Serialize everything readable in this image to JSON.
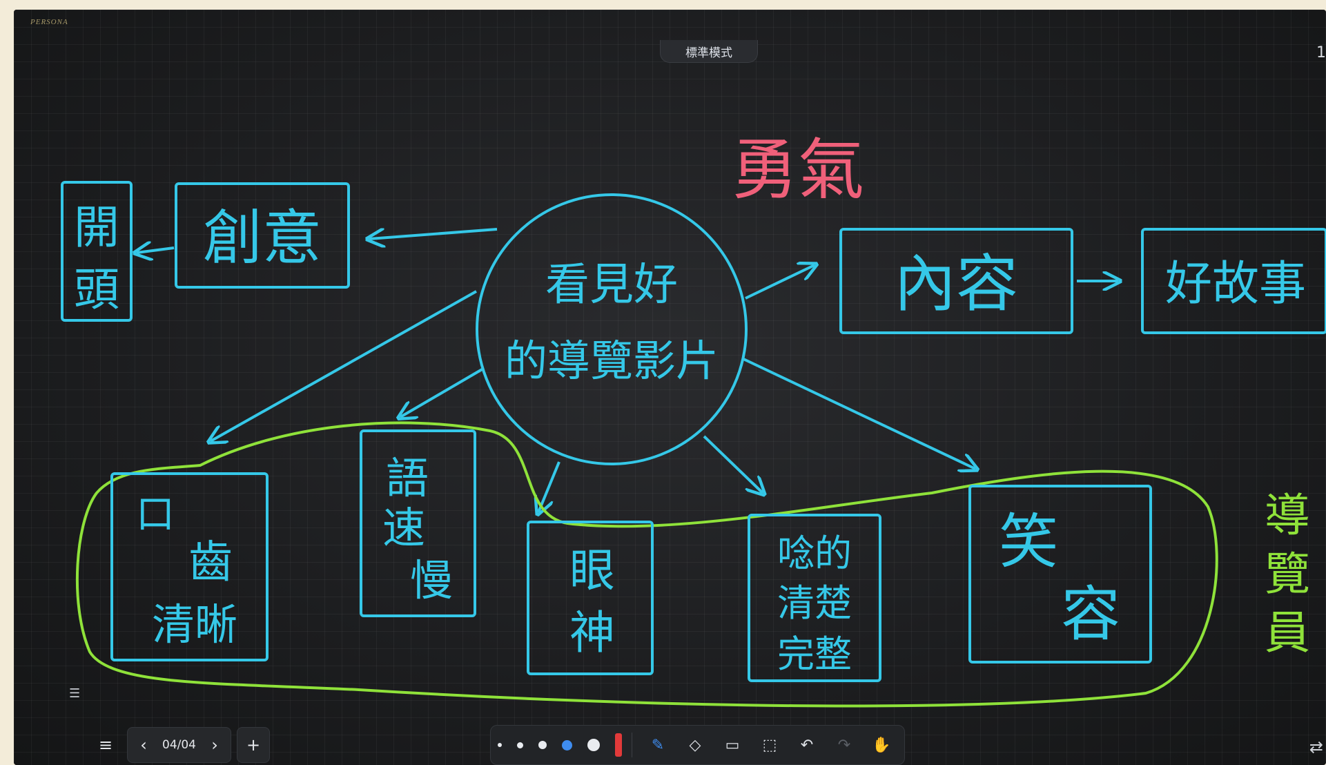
{
  "app": {
    "brand": "PERSONA",
    "mode_label": "標準模式",
    "page_corner": "1"
  },
  "board": {
    "title_courage": "勇氣",
    "center": {
      "line1": "看見好",
      "line2": "的導覽影片"
    },
    "left_nodes": {
      "creativity": "創意",
      "opening": [
        "開",
        "頭"
      ]
    },
    "right_nodes": {
      "content": "內容",
      "good_story": "好故事"
    },
    "bottom_nodes": {
      "pronunciation": [
        "口",
        "齒",
        "清晰"
      ],
      "speech_rate": [
        "語",
        "速",
        "慢"
      ],
      "eye_contact": [
        "眼",
        "神"
      ],
      "clear_complete": [
        "唸的",
        "清楚",
        "完整"
      ],
      "smile": [
        "笑",
        "容"
      ]
    },
    "guide_label": [
      "導",
      "覽",
      "員"
    ],
    "colors": {
      "cyan": "#35c8e8",
      "pink": "#f0607a",
      "green": "#8fe23a"
    }
  },
  "toolbar": {
    "page_indicator": "04/04",
    "icons": [
      "menu-icon",
      "prev-page-icon",
      "next-page-icon",
      "add-page-icon",
      "pen-icon",
      "eraser-icon",
      "shape-icon",
      "select-icon",
      "undo-icon",
      "redo-icon",
      "hand-icon",
      "swap-icon"
    ],
    "pen_colors": {
      "selected": "#3f8df0",
      "marker": "#e23a3a"
    }
  }
}
